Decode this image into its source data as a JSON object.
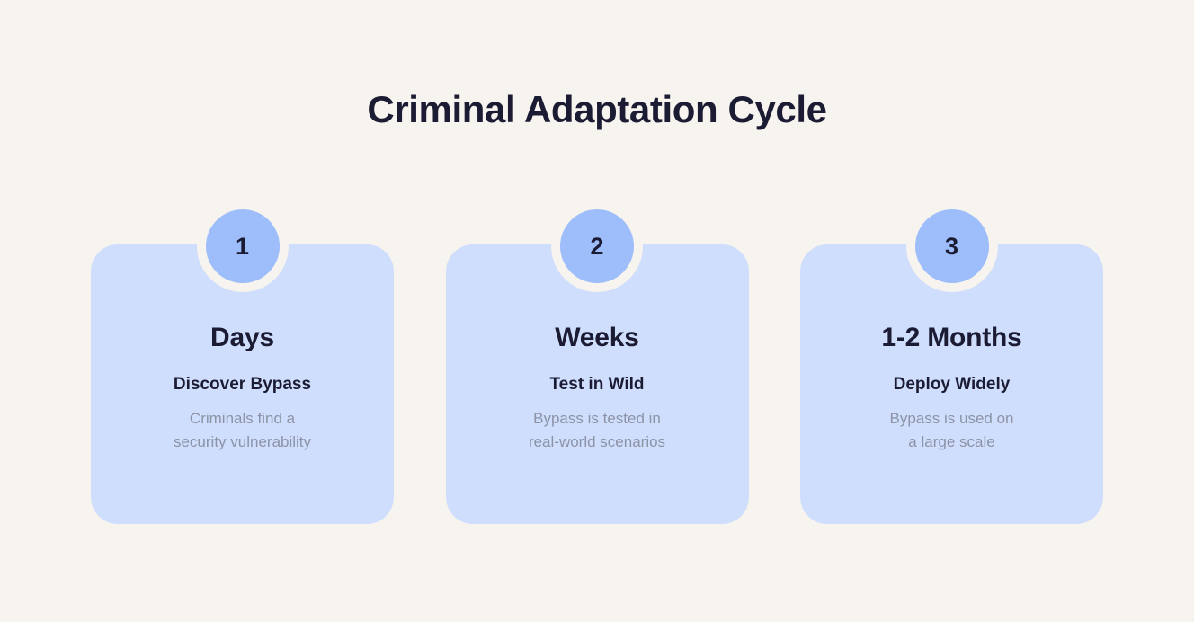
{
  "page": {
    "title": "Criminal Adaptation Cycle",
    "background_color": "#F7F3EE",
    "card_color": "#CFDEFC",
    "badge_color": "#9DBEFB",
    "title_color": "#1B1B33",
    "description_color": "#8D93A6"
  },
  "steps": [
    {
      "number": "1",
      "timeframe": "Days",
      "heading": "Discover Bypass",
      "description": "Criminals find a\nsecurity vulnerability"
    },
    {
      "number": "2",
      "timeframe": "Weeks",
      "heading": "Test in Wild",
      "description": "Bypass is tested in\nreal-world scenarios"
    },
    {
      "number": "3",
      "timeframe": "1-2 Months",
      "heading": "Deploy Widely",
      "description": "Bypass is used on\na large scale"
    }
  ]
}
